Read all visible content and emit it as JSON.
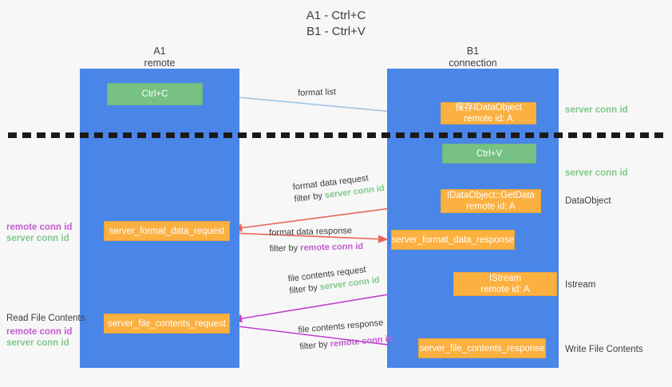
{
  "title": "A1 - Ctrl+C\nB1 - Ctrl+V",
  "colors": {
    "lane": "#4a86e8",
    "green_box": "#76c183",
    "orange_box": "#fbb040",
    "server_conn": "#7fc98a",
    "remote_conn": "#c45bd1",
    "arrow_blue": "#9ec5e8",
    "arrow_red": "#e8645a",
    "arrow_magenta": "#c03fd0",
    "arrow_black": "#000000"
  },
  "columns": [
    {
      "name": "A1",
      "sub": "remote"
    },
    {
      "name": "B1",
      "sub": "connection"
    }
  ],
  "boxes": {
    "ctrl_c": {
      "line1": "Ctrl+C"
    },
    "idataobject": {
      "line1": "保存IDataObject",
      "line2": "remote id: A"
    },
    "ctrl_v": {
      "line1": "Ctrl+V"
    },
    "getdata": {
      "line1": "IDataObject::GetData",
      "line2": "remote id: A"
    },
    "server_format_data_request": {
      "line1": "server_format_data_request"
    },
    "server_format_data_response": {
      "line1": "server_format_data_response"
    },
    "istream": {
      "line1": "IStream",
      "line2": "remote id: A"
    },
    "server_file_contents_request": {
      "line1": "server_file_contents_request"
    },
    "server_file_contents_response": {
      "line1": "server_file_contents_response"
    }
  },
  "side_labels": {
    "server_conn_top": "server conn id",
    "server_conn_mid": "server conn id",
    "dataobject": "DataObject",
    "istream": "Istream",
    "write_file_contents": "Write File Contents",
    "read_file_contents": "Read File Contents",
    "remote_conn_id": "remote conn id",
    "server_conn_id": "server conn id"
  },
  "edges": [
    {
      "id": "format-list",
      "label": "format list",
      "filter_prefix": "",
      "filter_target": "",
      "color": "#9ec5e8"
    },
    {
      "id": "format-data-request",
      "label": "format data request",
      "filter_prefix": "filter by ",
      "filter_target": "server conn id",
      "color": "#e8645a"
    },
    {
      "id": "format-data-response",
      "label": "format data response",
      "filter_prefix": "filter by ",
      "filter_target": "remote conn id",
      "color": "#e8645a"
    },
    {
      "id": "file-contents-request",
      "label": "file contents request",
      "filter_prefix": "filter by ",
      "filter_target": "server conn id",
      "color": "#c03fd0"
    },
    {
      "id": "file-contents-response",
      "label": "file contents response",
      "filter_prefix": "filter by ",
      "filter_target": "remote conn id",
      "color": "#c03fd0"
    }
  ]
}
